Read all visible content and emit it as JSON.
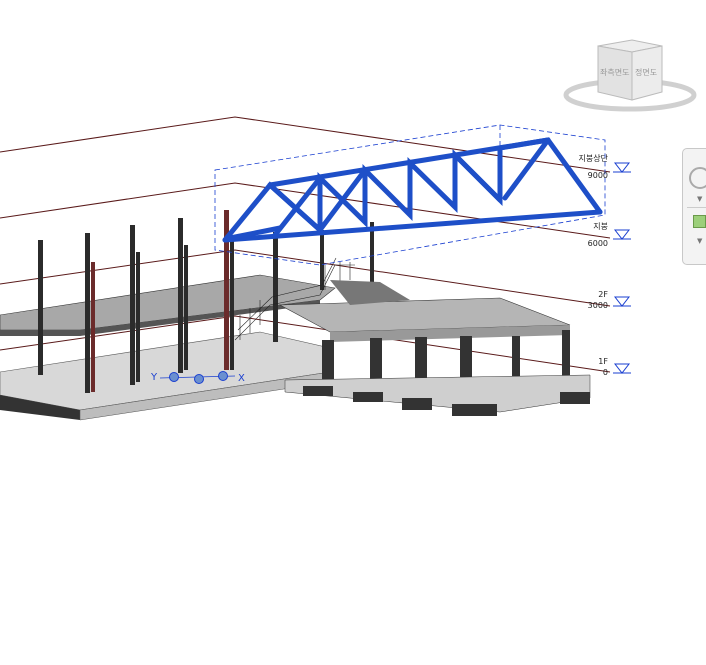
{
  "viewcube": {
    "left_face": "좌측면도",
    "front_face": "정면도"
  },
  "levels": [
    {
      "name": "지붕상단",
      "elevation": "9000"
    },
    {
      "name": "지붕",
      "elevation": "6000"
    },
    {
      "name": "2F",
      "elevation": "3000"
    },
    {
      "name": "1F",
      "elevation": "0"
    }
  ],
  "axis_labels": {
    "y": "Y",
    "x": "X"
  },
  "colors": {
    "selection": "#1e4fc8",
    "level_line": "#5a1a1a",
    "level_marker": "#1a3fd0"
  }
}
